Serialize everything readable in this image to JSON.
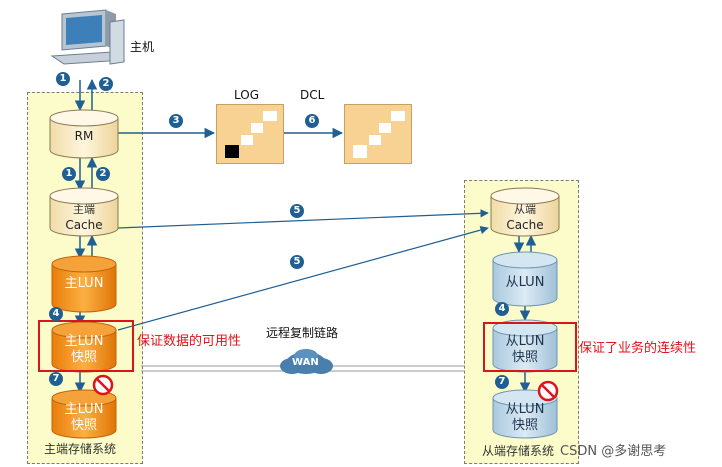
{
  "host": {
    "label": "主机"
  },
  "primary_site": {
    "label": "主端存储系统",
    "rm": "RM",
    "cache_line1": "主端",
    "cache_line2": "Cache",
    "lun": "主LUN",
    "snap1_line1": "主LUN",
    "snap1_line2": "快照",
    "snap2_line1": "主LUN",
    "snap2_line2": "快照",
    "callout": "保证数据的可用性"
  },
  "secondary_site": {
    "label": "从端存储系统",
    "cache_line1": "从端",
    "cache_line2": "Cache",
    "lun": "从LUN",
    "snap1_line1": "从LUN",
    "snap1_line2": "快照",
    "snap2_line1": "从LUN",
    "snap2_line2": "快照",
    "callout": "保证了业务的连续性"
  },
  "log_label": "LOG",
  "dcl_label": "DCL",
  "link_label": "远程复制链路",
  "wan_label": "WAN",
  "steps": {
    "s1": "1",
    "s2": "2",
    "s3": "3",
    "s4": "4",
    "s5": "5",
    "s6": "6",
    "s7": "7"
  },
  "watermark": "CSDN @多谢思考"
}
